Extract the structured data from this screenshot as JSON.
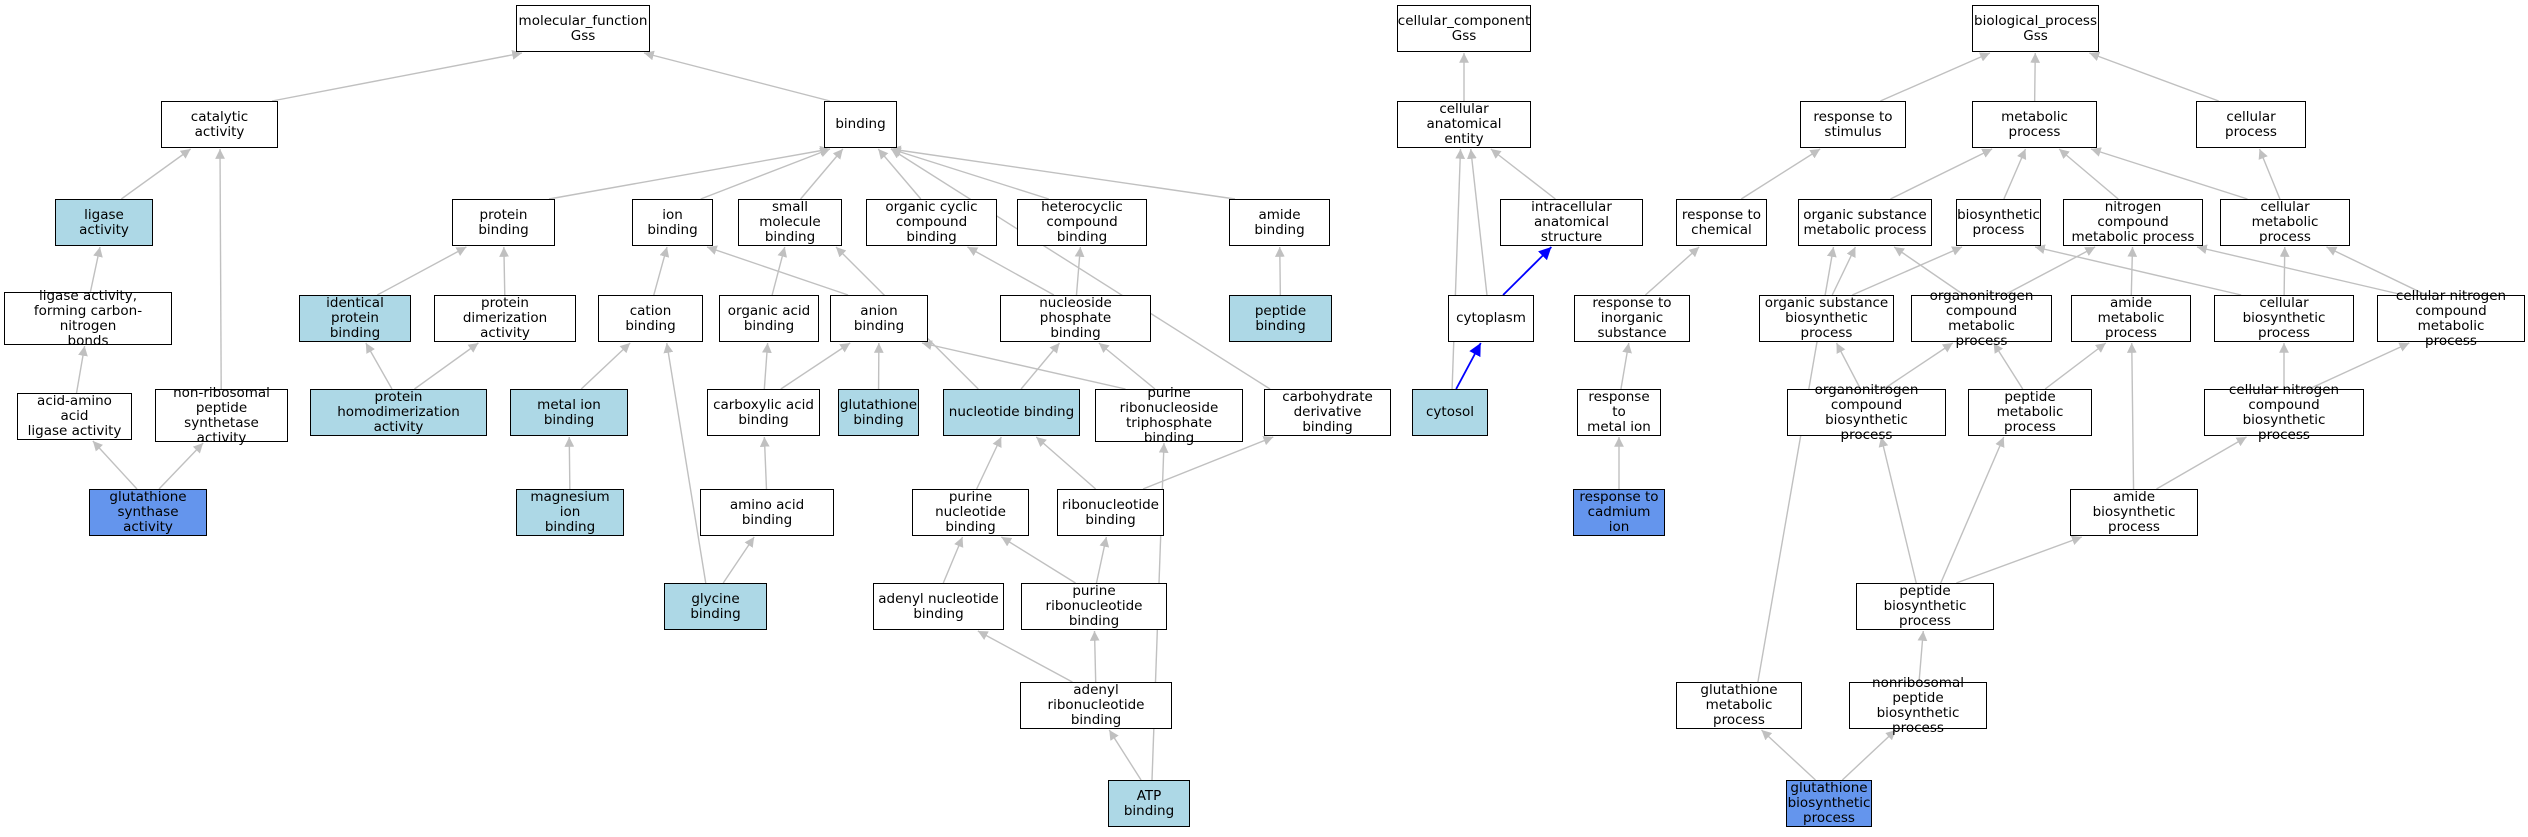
{
  "colors": {
    "edge_default": "#c0c0c0",
    "edge_highlight": "#0000ff",
    "fill_plain": "#ffffff",
    "fill_light": "#add8e6",
    "fill_strong": "#6495ed"
  },
  "nodes": [
    {
      "id": "mf",
      "label": "molecular_function\nGss",
      "fill": "plain"
    },
    {
      "id": "cat",
      "label": "catalytic activity",
      "fill": "plain"
    },
    {
      "id": "bind",
      "label": "binding",
      "fill": "plain"
    },
    {
      "id": "lig",
      "label": "ligase activity",
      "fill": "light"
    },
    {
      "id": "lcn",
      "label": "ligase activity,\nforming carbon-nitrogen\nbonds",
      "fill": "plain"
    },
    {
      "id": "aaa",
      "label": "acid-amino acid\nligase activity",
      "fill": "plain"
    },
    {
      "id": "nrps",
      "label": "non-ribosomal\npeptide synthetase\nactivity",
      "fill": "plain"
    },
    {
      "id": "gsa",
      "label": "glutathione\nsynthase activity",
      "fill": "strong"
    },
    {
      "id": "pb",
      "label": "protein binding",
      "fill": "plain"
    },
    {
      "id": "ipb",
      "label": "identical protein\nbinding",
      "fill": "light"
    },
    {
      "id": "pda",
      "label": "protein dimerization\nactivity",
      "fill": "plain"
    },
    {
      "id": "phda",
      "label": "protein homodimerization\nactivity",
      "fill": "light"
    },
    {
      "id": "ionb",
      "label": "ion binding",
      "fill": "plain"
    },
    {
      "id": "catb",
      "label": "cation binding",
      "fill": "plain"
    },
    {
      "id": "mib",
      "label": "metal ion binding",
      "fill": "light"
    },
    {
      "id": "mgb",
      "label": "magnesium ion\nbinding",
      "fill": "light"
    },
    {
      "id": "smb",
      "label": "small molecule\nbinding",
      "fill": "plain"
    },
    {
      "id": "oab",
      "label": "organic acid\nbinding",
      "fill": "plain"
    },
    {
      "id": "anb",
      "label": "anion binding",
      "fill": "plain"
    },
    {
      "id": "cab",
      "label": "carboxylic acid\nbinding",
      "fill": "plain"
    },
    {
      "id": "gtb",
      "label": "glutathione\nbinding",
      "fill": "light"
    },
    {
      "id": "aab",
      "label": "amino acid binding",
      "fill": "plain"
    },
    {
      "id": "gly",
      "label": "glycine binding",
      "fill": "light"
    },
    {
      "id": "occ",
      "label": "organic cyclic\ncompound binding",
      "fill": "plain"
    },
    {
      "id": "hcb",
      "label": "heterocyclic\ncompound binding",
      "fill": "plain"
    },
    {
      "id": "nphb",
      "label": "nucleoside phosphate\nbinding",
      "fill": "plain"
    },
    {
      "id": "ntb",
      "label": "nucleotide binding",
      "fill": "light"
    },
    {
      "id": "prtb",
      "label": "purine ribonucleoside\ntriphosphate\nbinding",
      "fill": "plain"
    },
    {
      "id": "pnb",
      "label": "purine nucleotide\nbinding",
      "fill": "plain"
    },
    {
      "id": "rnb",
      "label": "ribonucleotide\nbinding",
      "fill": "plain"
    },
    {
      "id": "anub",
      "label": "adenyl nucleotide\nbinding",
      "fill": "plain"
    },
    {
      "id": "prnb",
      "label": "purine ribonucleotide\nbinding",
      "fill": "plain"
    },
    {
      "id": "arnb",
      "label": "adenyl ribonucleotide\nbinding",
      "fill": "plain"
    },
    {
      "id": "atp",
      "label": "ATP binding",
      "fill": "light"
    },
    {
      "id": "amb",
      "label": "amide binding",
      "fill": "plain"
    },
    {
      "id": "pepb",
      "label": "peptide binding",
      "fill": "light"
    },
    {
      "id": "cdb",
      "label": "carbohydrate\nderivative binding",
      "fill": "plain"
    },
    {
      "id": "cc",
      "label": "cellular_component\nGss",
      "fill": "plain"
    },
    {
      "id": "cae",
      "label": "cellular anatomical\nentity",
      "fill": "plain"
    },
    {
      "id": "ias",
      "label": "intracellular\nanatomical structure",
      "fill": "plain"
    },
    {
      "id": "cyp",
      "label": "cytoplasm",
      "fill": "plain"
    },
    {
      "id": "cyt",
      "label": "cytosol",
      "fill": "light"
    },
    {
      "id": "bp",
      "label": "biological_process\nGss",
      "fill": "plain"
    },
    {
      "id": "rts",
      "label": "response to\nstimulus",
      "fill": "plain"
    },
    {
      "id": "mp",
      "label": "metabolic process",
      "fill": "plain"
    },
    {
      "id": "cp",
      "label": "cellular process",
      "fill": "plain"
    },
    {
      "id": "rtc",
      "label": "response to\nchemical",
      "fill": "plain"
    },
    {
      "id": "rtis",
      "label": "response to\ninorganic substance",
      "fill": "plain"
    },
    {
      "id": "rtmi",
      "label": "response to\nmetal ion",
      "fill": "plain"
    },
    {
      "id": "rtcd",
      "label": "response to\ncadmium ion",
      "fill": "strong"
    },
    {
      "id": "osmp",
      "label": "organic substance\nmetabolic process",
      "fill": "plain"
    },
    {
      "id": "bsp",
      "label": "biosynthetic\nprocess",
      "fill": "plain"
    },
    {
      "id": "ncmp",
      "label": "nitrogen compound\nmetabolic process",
      "fill": "plain"
    },
    {
      "id": "cmp",
      "label": "cellular metabolic\nprocess",
      "fill": "plain"
    },
    {
      "id": "osbp",
      "label": "organic substance\nbiosynthetic\nprocess",
      "fill": "plain"
    },
    {
      "id": "oncmp",
      "label": "organonitrogen\ncompound metabolic\nprocess",
      "fill": "plain"
    },
    {
      "id": "amp",
      "label": "amide metabolic\nprocess",
      "fill": "plain"
    },
    {
      "id": "cbp",
      "label": "cellular biosynthetic\nprocess",
      "fill": "plain"
    },
    {
      "id": "cncmp",
      "label": "cellular nitrogen\ncompound metabolic\nprocess",
      "fill": "plain"
    },
    {
      "id": "oncbp",
      "label": "organonitrogen\ncompound biosynthetic\nprocess",
      "fill": "plain"
    },
    {
      "id": "pmp",
      "label": "peptide metabolic\nprocess",
      "fill": "plain"
    },
    {
      "id": "cncbp",
      "label": "cellular nitrogen\ncompound biosynthetic\nprocess",
      "fill": "plain"
    },
    {
      "id": "abp",
      "label": "amide biosynthetic\nprocess",
      "fill": "plain"
    },
    {
      "id": "pbp",
      "label": "peptide biosynthetic\nprocess",
      "fill": "plain"
    },
    {
      "id": "gmp",
      "label": "glutathione\nmetabolic process",
      "fill": "plain"
    },
    {
      "id": "nrpbp",
      "label": "nonribosomal\npeptide biosynthetic\nprocess",
      "fill": "plain"
    },
    {
      "id": "gbp",
      "label": "glutathione\nbiosynthetic\nprocess",
      "fill": "strong"
    }
  ],
  "edges": [
    {
      "from": "cat",
      "to": "mf"
    },
    {
      "from": "bind",
      "to": "mf"
    },
    {
      "from": "lig",
      "to": "cat"
    },
    {
      "from": "lcn",
      "to": "lig"
    },
    {
      "from": "aaa",
      "to": "lcn"
    },
    {
      "from": "nrps",
      "to": "cat"
    },
    {
      "from": "gsa",
      "to": "aaa"
    },
    {
      "from": "gsa",
      "to": "nrps"
    },
    {
      "from": "pb",
      "to": "bind"
    },
    {
      "from": "ionb",
      "to": "bind"
    },
    {
      "from": "smb",
      "to": "bind"
    },
    {
      "from": "occ",
      "to": "bind"
    },
    {
      "from": "hcb",
      "to": "bind"
    },
    {
      "from": "amb",
      "to": "bind"
    },
    {
      "from": "cdb",
      "to": "bind"
    },
    {
      "from": "ipb",
      "to": "pb"
    },
    {
      "from": "pda",
      "to": "pb"
    },
    {
      "from": "phda",
      "to": "ipb"
    },
    {
      "from": "phda",
      "to": "pda"
    },
    {
      "from": "catb",
      "to": "ionb"
    },
    {
      "from": "anb",
      "to": "ionb"
    },
    {
      "from": "mib",
      "to": "catb"
    },
    {
      "from": "mgb",
      "to": "mib"
    },
    {
      "from": "gly",
      "to": "catb"
    },
    {
      "from": "oab",
      "to": "smb"
    },
    {
      "from": "ntb",
      "to": "smb"
    },
    {
      "from": "cab",
      "to": "oab"
    },
    {
      "from": "cab",
      "to": "anb"
    },
    {
      "from": "gtb",
      "to": "anb"
    },
    {
      "from": "aab",
      "to": "cab"
    },
    {
      "from": "gly",
      "to": "aab"
    },
    {
      "from": "nphb",
      "to": "occ"
    },
    {
      "from": "nphb",
      "to": "hcb"
    },
    {
      "from": "ntb",
      "to": "nphb"
    },
    {
      "from": "prtb",
      "to": "nphb"
    },
    {
      "from": "prtb",
      "to": "anb"
    },
    {
      "from": "pnb",
      "to": "ntb"
    },
    {
      "from": "rnb",
      "to": "ntb"
    },
    {
      "from": "rnb",
      "to": "cdb"
    },
    {
      "from": "anub",
      "to": "pnb"
    },
    {
      "from": "prnb",
      "to": "pnb"
    },
    {
      "from": "prnb",
      "to": "rnb"
    },
    {
      "from": "arnb",
      "to": "anub"
    },
    {
      "from": "arnb",
      "to": "prnb"
    },
    {
      "from": "atp",
      "to": "arnb"
    },
    {
      "from": "atp",
      "to": "prtb"
    },
    {
      "from": "pepb",
      "to": "amb"
    },
    {
      "from": "cae",
      "to": "cc"
    },
    {
      "from": "ias",
      "to": "cae"
    },
    {
      "from": "cyp",
      "to": "cae"
    },
    {
      "from": "cyp",
      "to": "ias",
      "highlight": true
    },
    {
      "from": "cyt",
      "to": "cae"
    },
    {
      "from": "cyt",
      "to": "cyp",
      "highlight": true
    },
    {
      "from": "rts",
      "to": "bp"
    },
    {
      "from": "mp",
      "to": "bp"
    },
    {
      "from": "cp",
      "to": "bp"
    },
    {
      "from": "rtc",
      "to": "rts"
    },
    {
      "from": "rtis",
      "to": "rtc"
    },
    {
      "from": "rtmi",
      "to": "rtis"
    },
    {
      "from": "rtcd",
      "to": "rtmi"
    },
    {
      "from": "osmp",
      "to": "mp"
    },
    {
      "from": "bsp",
      "to": "mp"
    },
    {
      "from": "ncmp",
      "to": "mp"
    },
    {
      "from": "cmp",
      "to": "mp"
    },
    {
      "from": "cmp",
      "to": "cp"
    },
    {
      "from": "osbp",
      "to": "osmp"
    },
    {
      "from": "osbp",
      "to": "bsp"
    },
    {
      "from": "oncmp",
      "to": "osmp"
    },
    {
      "from": "oncmp",
      "to": "ncmp"
    },
    {
      "from": "amp",
      "to": "ncmp"
    },
    {
      "from": "cbp",
      "to": "bsp"
    },
    {
      "from": "cbp",
      "to": "cmp"
    },
    {
      "from": "cncmp",
      "to": "ncmp"
    },
    {
      "from": "cncmp",
      "to": "cmp"
    },
    {
      "from": "oncbp",
      "to": "osbp"
    },
    {
      "from": "oncbp",
      "to": "oncmp"
    },
    {
      "from": "pmp",
      "to": "oncmp"
    },
    {
      "from": "pmp",
      "to": "amp"
    },
    {
      "from": "cncbp",
      "to": "cbp"
    },
    {
      "from": "cncbp",
      "to": "cncmp"
    },
    {
      "from": "abp",
      "to": "amp"
    },
    {
      "from": "abp",
      "to": "cncbp"
    },
    {
      "from": "pbp",
      "to": "oncbp"
    },
    {
      "from": "pbp",
      "to": "pmp"
    },
    {
      "from": "pbp",
      "to": "abp"
    },
    {
      "from": "gmp",
      "to": "osmp"
    },
    {
      "from": "nrpbp",
      "to": "pbp"
    },
    {
      "from": "gbp",
      "to": "gmp"
    },
    {
      "from": "gbp",
      "to": "nrpbp"
    }
  ]
}
